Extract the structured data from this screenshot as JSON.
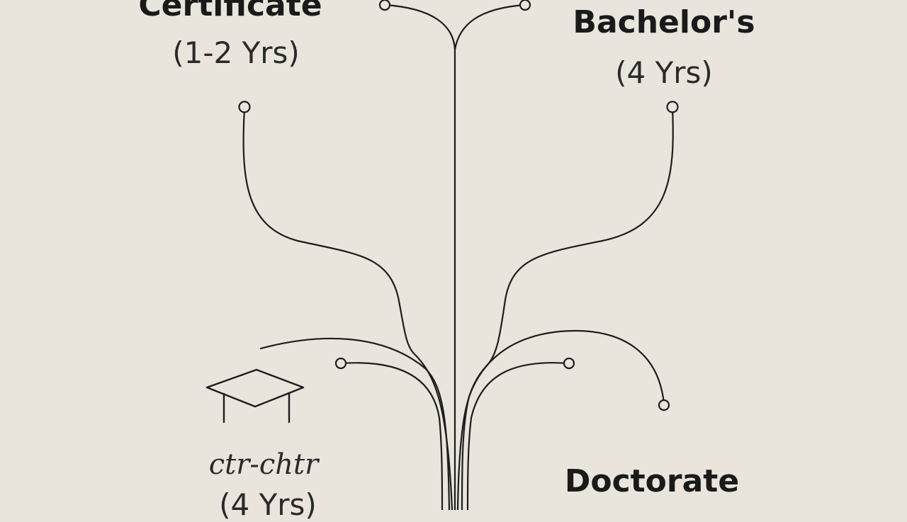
{
  "diagram": {
    "nodes": [
      {
        "id": "certificate",
        "title": "Certificate",
        "duration": "(1-2 Yrs)"
      },
      {
        "id": "bachelors",
        "title": "Bachelor's",
        "duration": "(4 Yrs)"
      },
      {
        "id": "unlabeled-left",
        "title": "ctr-chtr",
        "duration": "(4 Yrs)"
      },
      {
        "id": "doctorate",
        "title": "Doctorate",
        "duration": ""
      }
    ],
    "icon": "graduation-cap-icon",
    "colors": {
      "background": "#e9e5dc",
      "ink": "#1d1d1d"
    }
  }
}
